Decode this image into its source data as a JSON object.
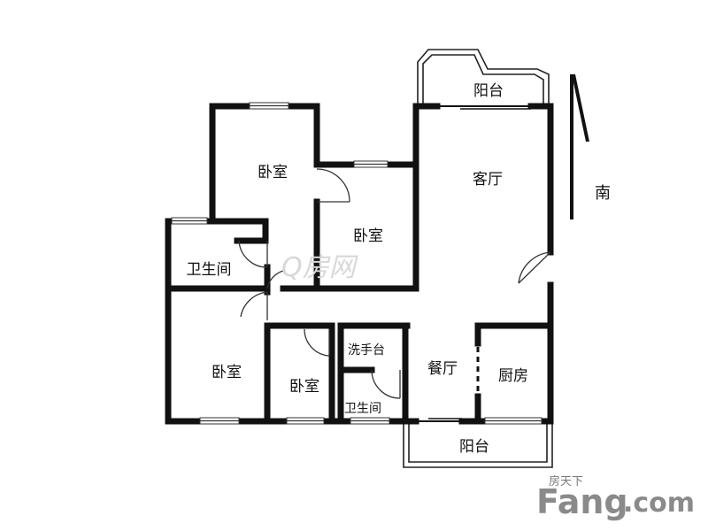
{
  "rooms": {
    "balcony_top": "阳台",
    "living_room": "客厅",
    "bedroom_top": "卧室",
    "bedroom_mid": "卧室",
    "bathroom_left": "卫生间",
    "bedroom_bottom_left": "卧室",
    "bedroom_small": "卧室",
    "wash_basin": "洗手台",
    "bathroom_small": "卫生间",
    "dining_room": "餐厅",
    "kitchen": "厨房",
    "balcony_bottom": "阳台"
  },
  "compass": {
    "south_label": "南"
  },
  "watermark": {
    "center_text": "Q房网"
  },
  "brand": {
    "top_text": "房天下",
    "main_text": "Fang",
    "dot_com": ".com"
  },
  "colors": {
    "wall": "#111111",
    "window": "#ffffff",
    "watermark": "#d8d8d8"
  }
}
